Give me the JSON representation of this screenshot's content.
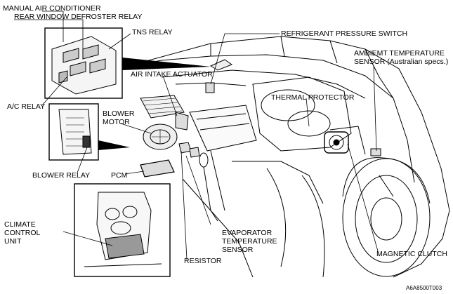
{
  "labels": {
    "manual_air_conditioner": "MANUAL AIR CONDITIONER",
    "rear_window_defroster_relay": "REAR WINDOW DEFROSTER RELAY",
    "tns_relay": "TNS RELAY",
    "refrigerant_pressure_switch": "REFRIGERANT PRESSURE SWITCH",
    "ambient_temperature_sensor": "AMBIEMT TEMPERATURE SENSOR (Australian specs.)",
    "air_intake_actuator": "AIR INTAKE ACTUATOR",
    "thermal_protector": "THERMAL PROTECTOR",
    "ac_relay": "A/C RELAY",
    "blower_motor": "BLOWER MOTOR",
    "blower_relay": "BLOWER RELAY",
    "pcm": "PCM",
    "climate_control_unit": "CLIMATE CONTROL UNIT",
    "evaporator_temperature_sensor": "EVAPORATOR TEMPERATURE SENSOR",
    "resistor": "RESISTOR",
    "magnetic_clutch": "MAGNETIC CLUTCH"
  },
  "figure_code": "A6A8500T003"
}
